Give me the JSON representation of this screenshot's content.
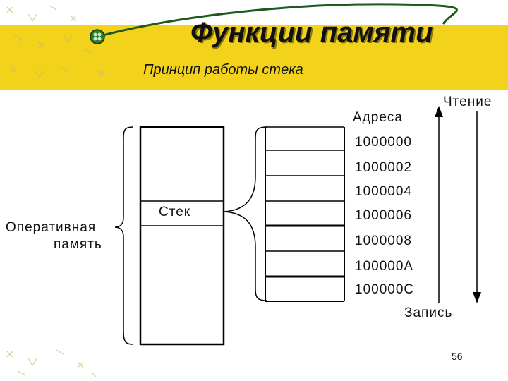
{
  "title": "Функции памяти",
  "subtitle": "Принцип работы стека",
  "ram_label_line1": "Оперативная",
  "ram_label_line2": "память",
  "stack_label": "Стек",
  "address_header": "Адреса",
  "read_label": "Чтение",
  "write_label": "Запись",
  "addresses": [
    "1000000",
    "1000002",
    "1000004",
    "1000006",
    "1000008",
    "100000A",
    "100000C"
  ],
  "page_number": "56",
  "colors": {
    "band": "#f2d21a",
    "curve": "#1f5a1a",
    "text": "#111111"
  }
}
